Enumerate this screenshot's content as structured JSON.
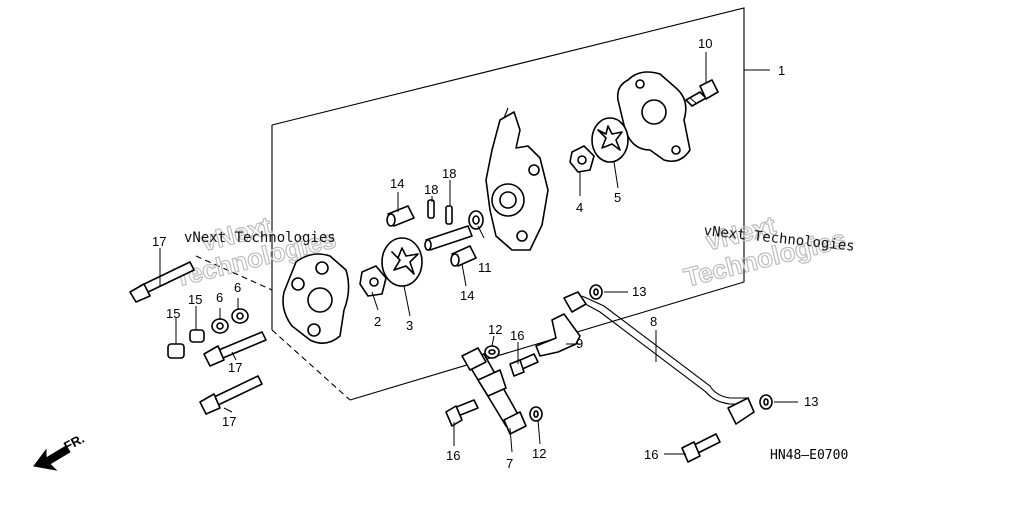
{
  "callouts": {
    "c1": "1",
    "c2": "2",
    "c3": "3",
    "c4": "4",
    "c5": "5",
    "c6": "6",
    "c7": "7",
    "c8": "8",
    "c9": "9",
    "c10": "10",
    "c11": "11",
    "c12a": "12",
    "c12b": "12",
    "c13a": "13",
    "c13b": "13",
    "c14a": "14",
    "c14b": "14",
    "c15a": "15",
    "c15b": "15",
    "c16a": "16",
    "c16b": "16",
    "c16c": "16",
    "c17a": "17",
    "c17b": "17",
    "c17c": "17",
    "c18a": "18",
    "c18b": "18"
  },
  "watermark": {
    "line1": "vNext Technologies",
    "big1": "vNext",
    "big2": "Technologies"
  },
  "direction_label": "FR.",
  "diagram_code": "HN48—E0700",
  "colors": {
    "line": "#000000",
    "watermark": "#bdbdbd",
    "background": "#ffffff"
  }
}
